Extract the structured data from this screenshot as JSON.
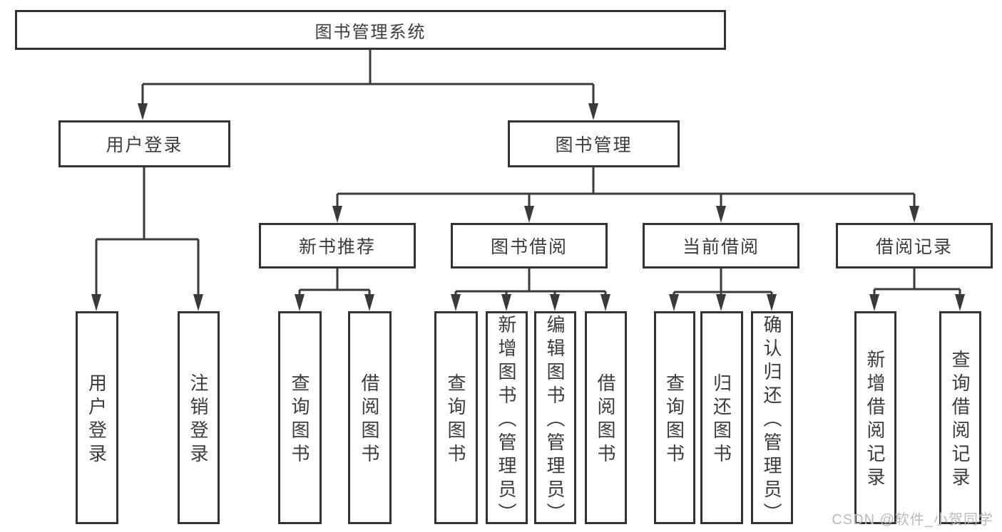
{
  "diagram": {
    "title": "图书管理系统",
    "watermark": "CSDN @软件_小贺同学",
    "colors": {
      "line": "#3a3a3a",
      "box_border": "#333333",
      "text": "#3c3c3c",
      "background": "#ffffff",
      "watermark": "#b7bbc0"
    },
    "nodes": {
      "root": {
        "label": "图书管理系统"
      },
      "level2": [
        {
          "label": "用户登录"
        },
        {
          "label": "图书管理"
        }
      ],
      "level3": [
        {
          "label": "新书推荐"
        },
        {
          "label": "图书借阅"
        },
        {
          "label": "当前借阅"
        },
        {
          "label": "借阅记录"
        }
      ],
      "leaves": {
        "user_login": [
          {
            "label": "用户登录"
          },
          {
            "label": "注销登录"
          }
        ],
        "new_book": [
          {
            "label": "查询图书"
          },
          {
            "label": "借阅图书"
          }
        ],
        "book_borrow": [
          {
            "label": "查询图书"
          },
          {
            "label": "新增图书（管理员）"
          },
          {
            "label": "编辑图书（管理员）"
          },
          {
            "label": "借阅图书"
          }
        ],
        "current_borrow": [
          {
            "label": "查询图书"
          },
          {
            "label": "归还图书"
          },
          {
            "label": "确认归还（管理员）"
          }
        ],
        "borrow_records": [
          {
            "label": "新增借阅记录"
          },
          {
            "label": "查询借阅记录"
          }
        ]
      }
    }
  }
}
